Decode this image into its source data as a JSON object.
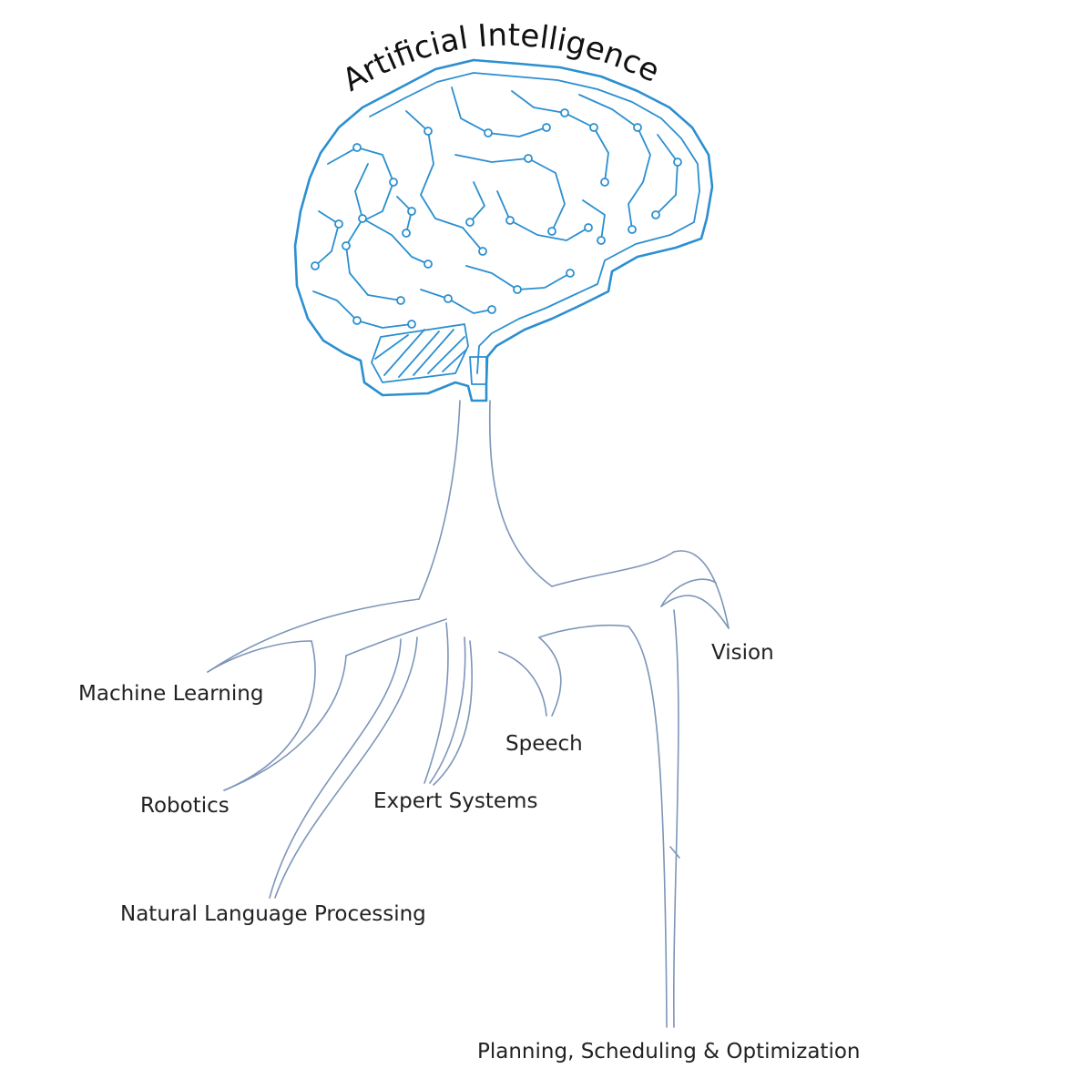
{
  "title": "Artificial Intelligence",
  "branches": {
    "machine_learning": "Machine Learning",
    "robotics": "Robotics",
    "natural_language_processing": "Natural Language Processing",
    "expert_systems": "Expert Systems",
    "speech": "Speech",
    "vision": "Vision",
    "planning": "Planning, Scheduling & Optimization"
  },
  "colors": {
    "brain_circuit": "#2b8fd0",
    "roots": "#7d95b8",
    "text": "#222222"
  },
  "icons": {
    "brain": "circuit-brain-icon"
  }
}
